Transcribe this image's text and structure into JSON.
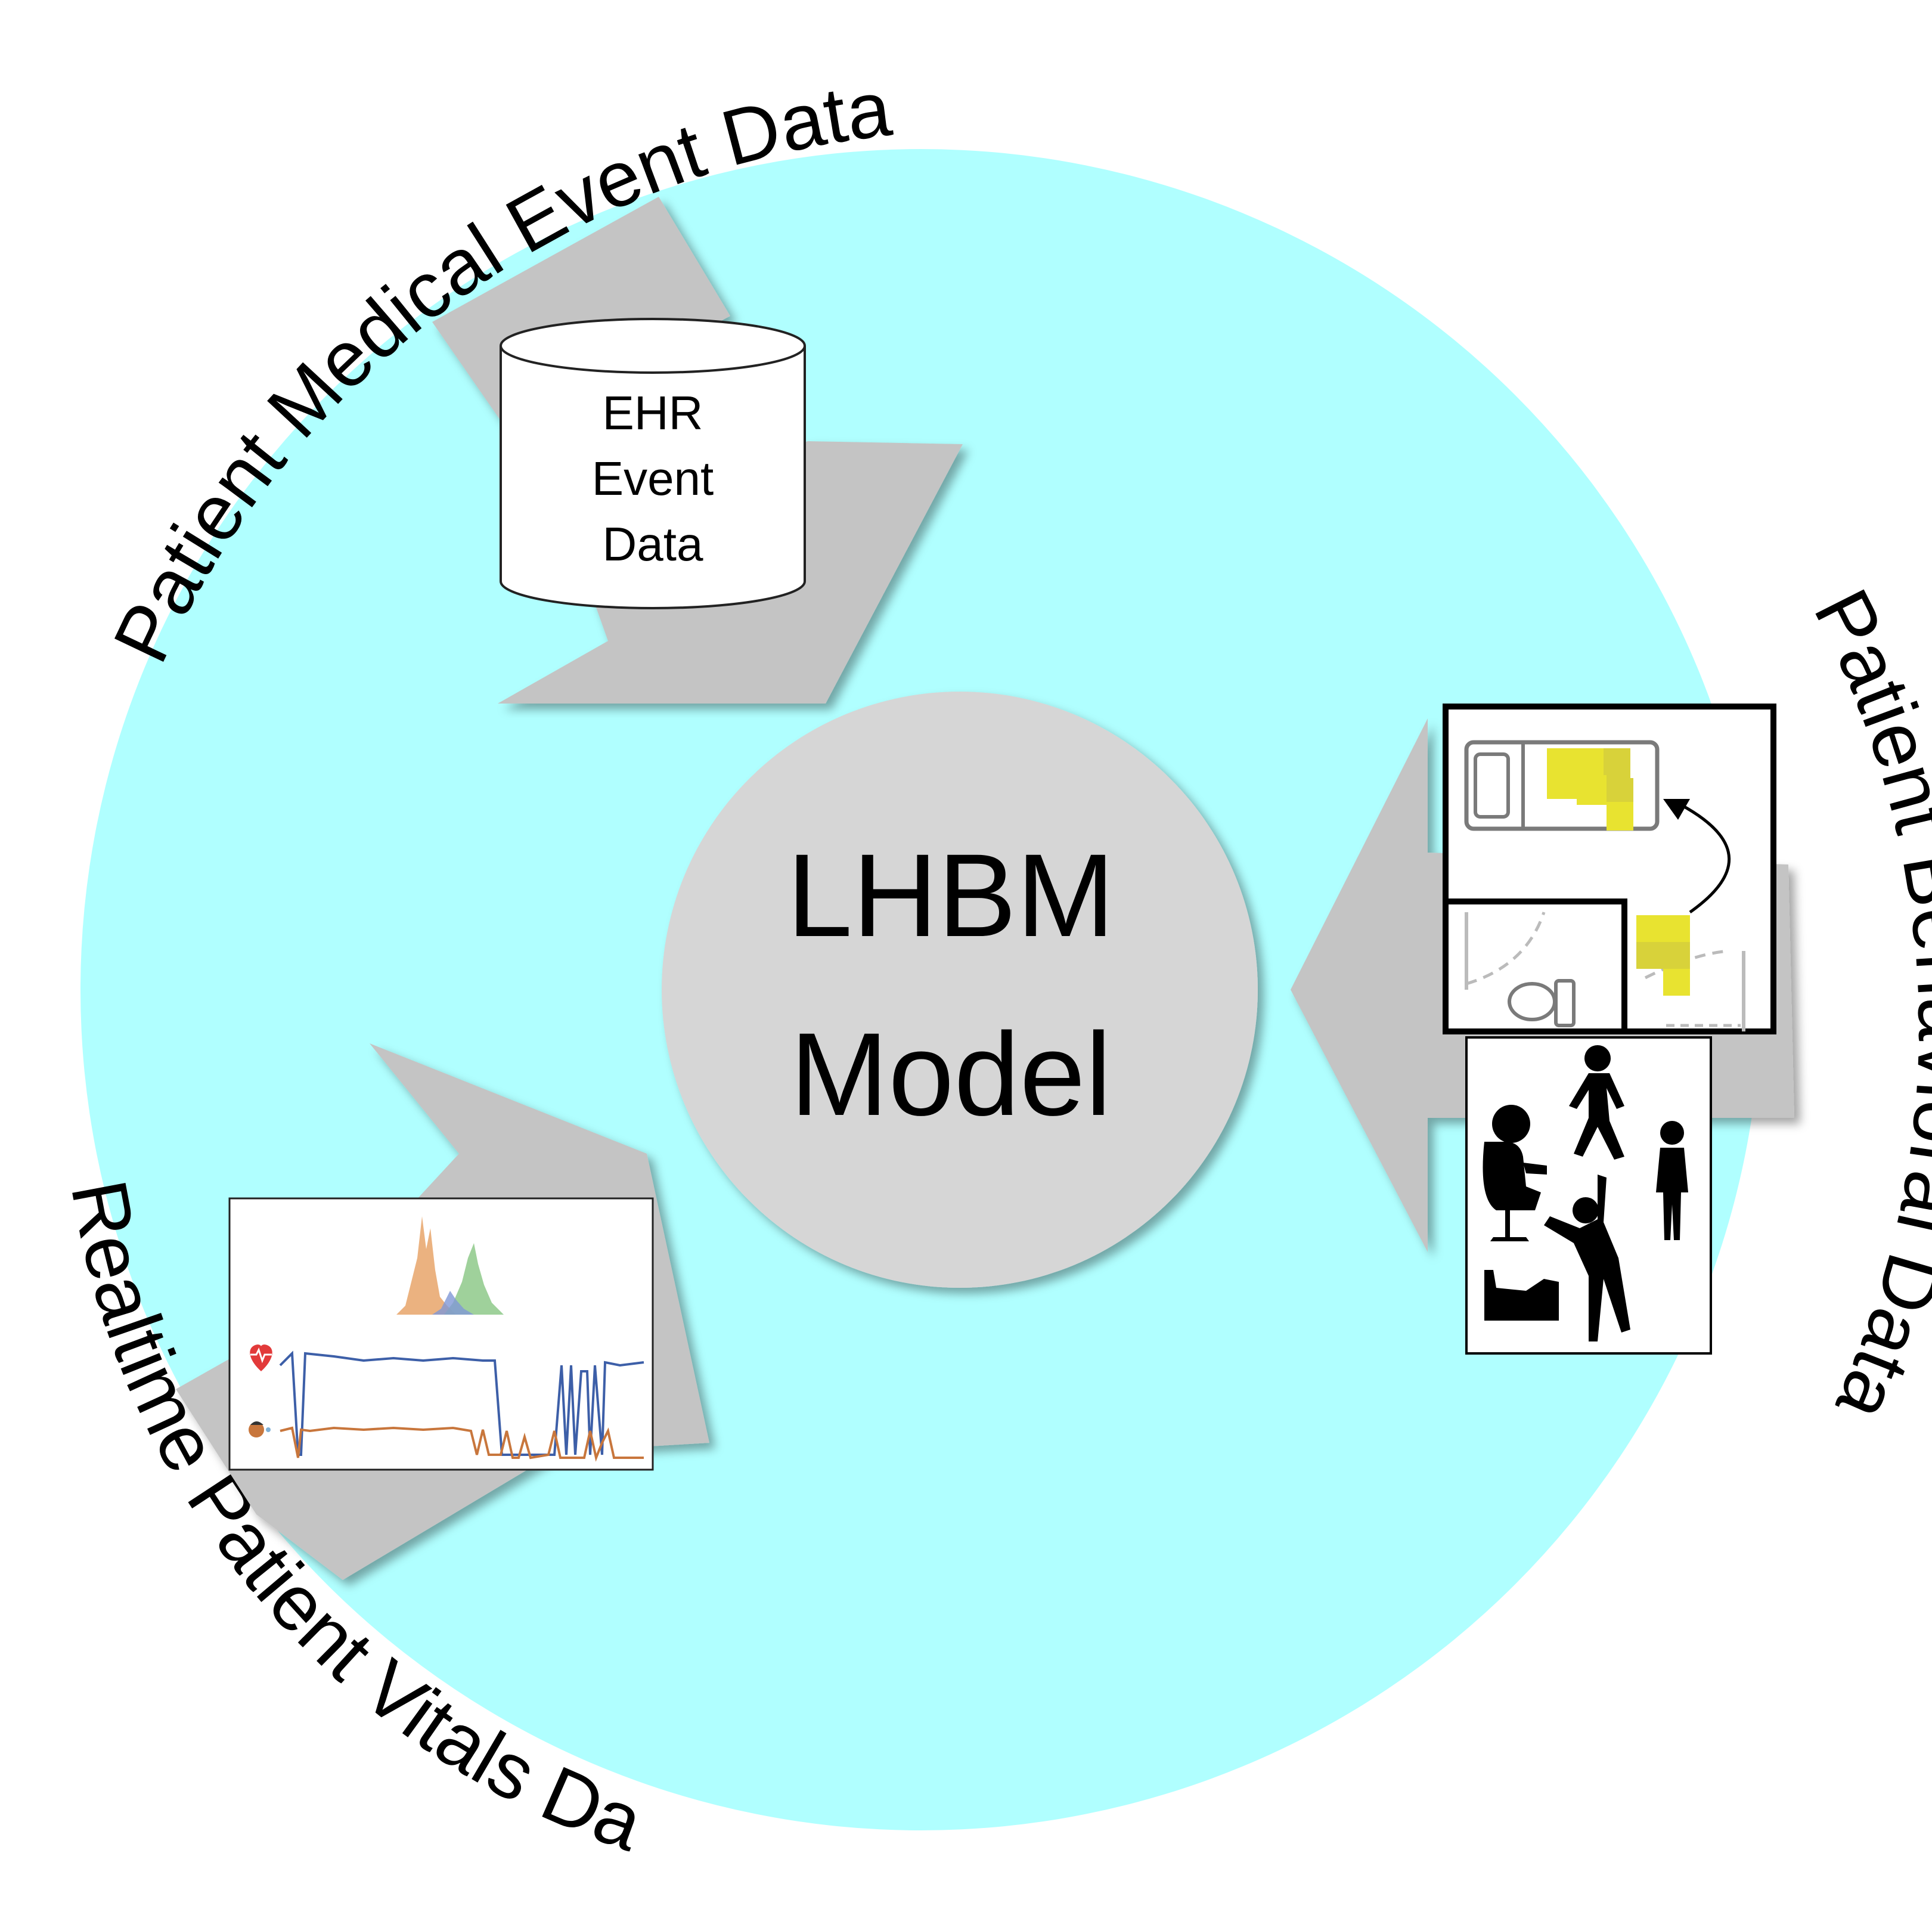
{
  "labels": {
    "top_arc": "Patient Medical Event Data",
    "right_arc": "Patient Behavioral Data",
    "bottom_left_arc": "Realtime Patient Vitals Data"
  },
  "center": {
    "line1": "LHBM",
    "line2": "Model"
  },
  "ehr": {
    "line1": "EHR",
    "line2": "Event",
    "line3": "Data"
  },
  "colors": {
    "outer_circle": "#b0ffff",
    "center_circle": "#d6d6d6",
    "arrow": "#c4c4c4",
    "heatmap_yellow": "#e8e330",
    "heatmap_dark": "#d8d23a",
    "hist_orange": "#e8a56a",
    "hist_green": "#8ec98a",
    "hist_blue": "#7f97d6",
    "vital_blue": "#3d5fa8",
    "vital_orange": "#c8763c",
    "heart_red": "#e23a3a"
  },
  "icons": {
    "heart": "heart-monitor-icon",
    "breath": "breathing-face-icon",
    "database": "database-cylinder-icon"
  }
}
